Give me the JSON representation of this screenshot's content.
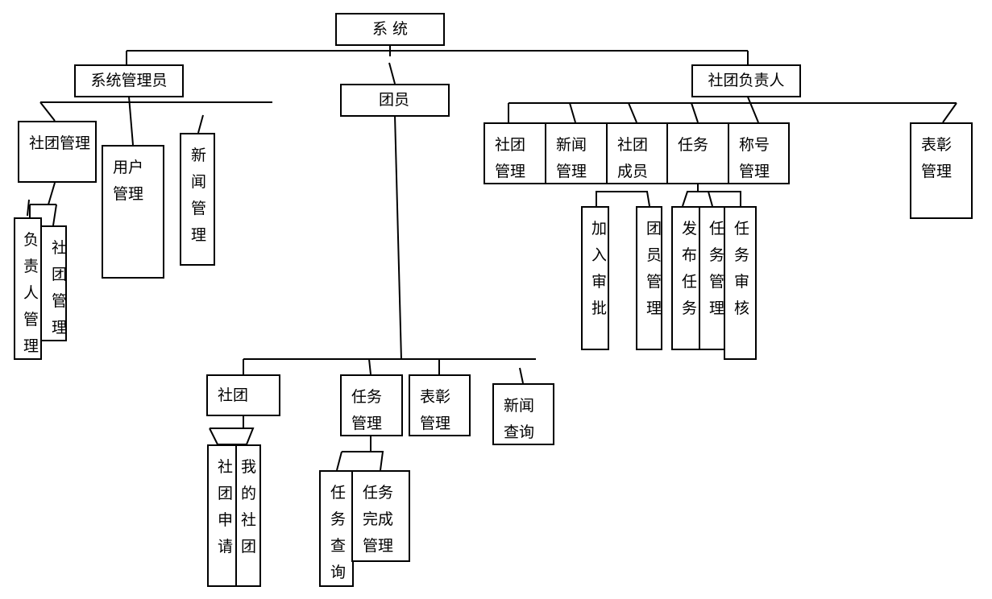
{
  "nodes": {
    "root": "系 统",
    "sysadmin": "系统管理员",
    "member": "团员",
    "leader": "社团负责人",
    "clubmgmt": "社团管理",
    "usermgmt": "用户管理",
    "newsmgmt_admin": "新闻管理",
    "respmgmt": "负责人管理",
    "clubmgmt_sub": "社团管理",
    "l_club": "社团管理",
    "l_news": "新闻管理",
    "l_members": "社团成员",
    "l_task": "任务",
    "l_title": "称号管理",
    "l_praise": "表彰管理",
    "join_approve": "加入审批",
    "member_mgmt": "团员管理",
    "publish_task": "发布任务",
    "task_mgmt": "任务管理",
    "task_review": "任务审核",
    "m_club": "社团",
    "m_task": "任务管理",
    "m_praise": "表彰管理",
    "m_news": "新闻查询",
    "club_apply": "社团申请",
    "my_club": "我的社团",
    "task_query": "任务查询",
    "task_complete": "任务完成管理"
  }
}
